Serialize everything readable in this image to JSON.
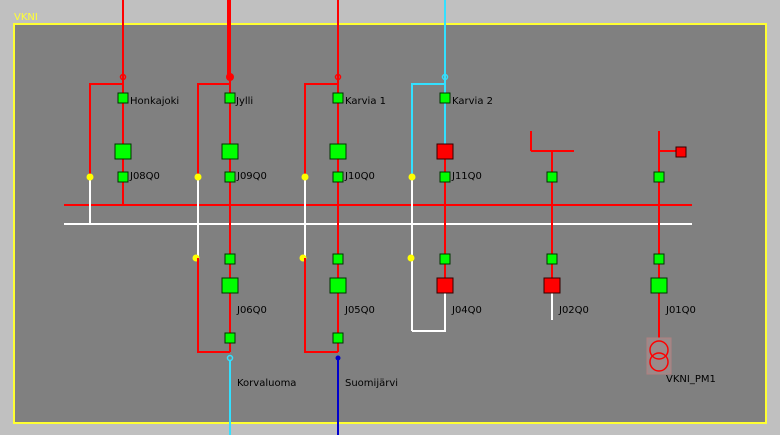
{
  "station": {
    "name": "VKNI"
  },
  "colors": {
    "outer_bg": "#c0c0c0",
    "panel_bg": "#808080",
    "panel_border": "#ffff33",
    "energized": "#ff0000",
    "deenergized": "#ffffff",
    "cyan_line": "#33e0ff",
    "blue_line": "#0000cc",
    "closed_device": "#00ff00",
    "open_device": "#ff0000",
    "junction": "#ffff00",
    "label": "#000000"
  },
  "busbars": [
    {
      "id": "upper",
      "state": "energized"
    },
    {
      "id": "lower",
      "state": "deenergized"
    }
  ],
  "feeders": [
    {
      "id": "honkajoki",
      "name": "Honkajoki",
      "breaker": "J08Q0",
      "breaker_state": "closed"
    },
    {
      "id": "jylli",
      "name": "Jylli",
      "breaker": "J09Q0",
      "breaker_state": "closed"
    },
    {
      "id": "karvia1",
      "name": "Karvia 1",
      "breaker": "J10Q0",
      "breaker_state": "closed"
    },
    {
      "id": "karvia2",
      "name": "Karvia 2",
      "breaker": "J11Q0",
      "breaker_state": "open"
    }
  ],
  "lower_bays": [
    {
      "id": "korvaluoma",
      "breaker": "J06Q0",
      "feeder_name": "Korvaluoma",
      "breaker_state": "closed"
    },
    {
      "id": "suomijarvi",
      "breaker": "J05Q0",
      "feeder_name": "Suomijärvi",
      "breaker_state": "closed"
    },
    {
      "id": "bay-j04",
      "breaker": "J04Q0",
      "breaker_state": "open"
    },
    {
      "id": "bay-j02",
      "breaker": "J02Q0",
      "breaker_state": "open"
    },
    {
      "id": "bay-j01",
      "breaker": "J01Q0",
      "breaker_state": "closed"
    }
  ],
  "transformer": {
    "name": "VKNI_PM1"
  }
}
